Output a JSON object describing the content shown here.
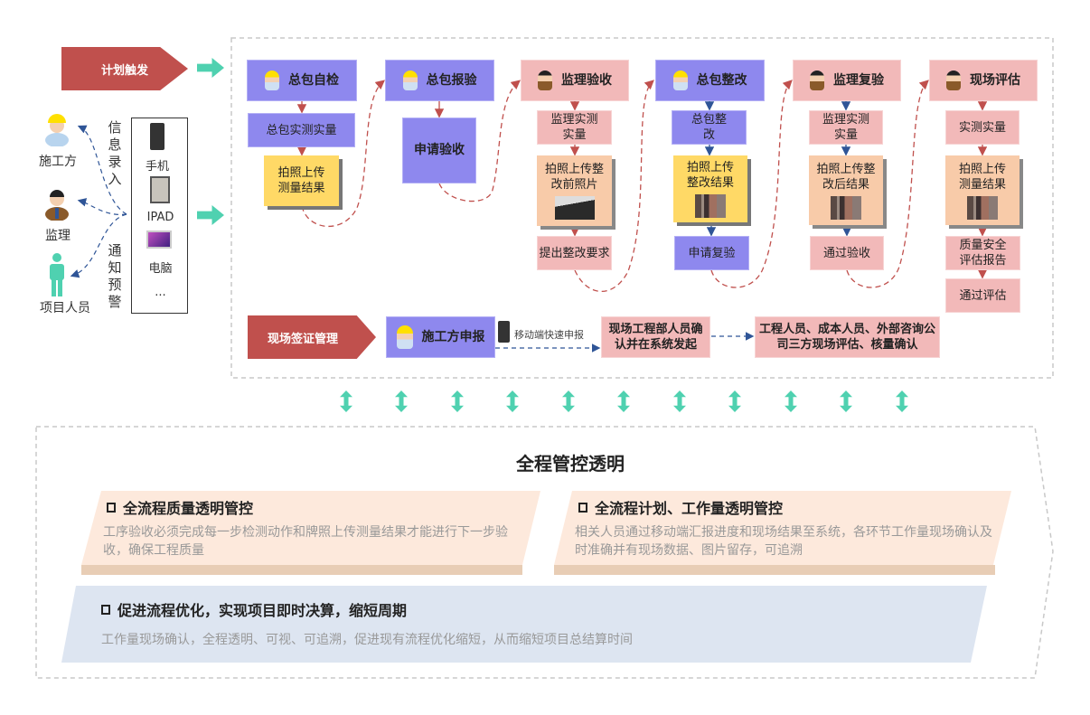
{
  "top": {
    "plan_trigger": "计划触发",
    "visa_mgmt": "现场签证管理",
    "roles": [
      "施工方",
      "监理",
      "项目人员"
    ],
    "info_entry": "信息录入",
    "notify": "通知预警",
    "devices": [
      "手机",
      "IPAD",
      "电脑",
      "..."
    ]
  },
  "columns": [
    {
      "header": "总包自检",
      "steps": [
        "总包实测实量",
        "拍照上传测量结果"
      ]
    },
    {
      "header": "总包报验",
      "steps": [
        "申请验收"
      ]
    },
    {
      "header": "监理验收",
      "steps": [
        "监理实测实量",
        "拍照上传整改前照片",
        "提出整改要求"
      ]
    },
    {
      "header": "总包整改",
      "steps": [
        "总包整改",
        "拍照上传整改结果",
        "申请复验"
      ]
    },
    {
      "header": "监理复验",
      "steps": [
        "监理实测实量",
        "拍照上传整改后结果",
        "通过验收"
      ]
    },
    {
      "header": "现场评估",
      "steps": [
        "实测实量",
        "拍照上传测量结果",
        "质量安全评估报告",
        "通过评估"
      ]
    }
  ],
  "visa": {
    "report": "施工方申报",
    "mobile": "移动端快速申报",
    "confirm": "现场工程部人员确认并在系统发起",
    "assess": "工程人员、成本人员、外部咨询公司三方现场评估、核量确认"
  },
  "bottom": {
    "title": "全程管控透明",
    "cards": [
      {
        "title": "全流程质量透明管控",
        "body": "工序验收必须完成每一步检测动作和牌照上传测量结果才能进行下一步验收，确保工程质量"
      },
      {
        "title": "全流程计划、工作量透明管控",
        "body": "相关人员通过移动端汇报进度和现场结果至系统，各环节工作量现场确认及时准确并有现场数据、图片留存，可追溯"
      },
      {
        "title": "促进流程优化，实现项目即时决算，缩短周期",
        "body": "工作量现场确认，全程透明、可视、可追溯，促进现有流程优化缩短，从而缩短项目总结算时间"
      }
    ]
  },
  "colors": {
    "purple": "#8e88ee",
    "pink": "#f2b9b9",
    "yellow": "#ffd966",
    "peach": "#f8cba9",
    "red": "#c0504d",
    "green": "#4fd1b0"
  }
}
